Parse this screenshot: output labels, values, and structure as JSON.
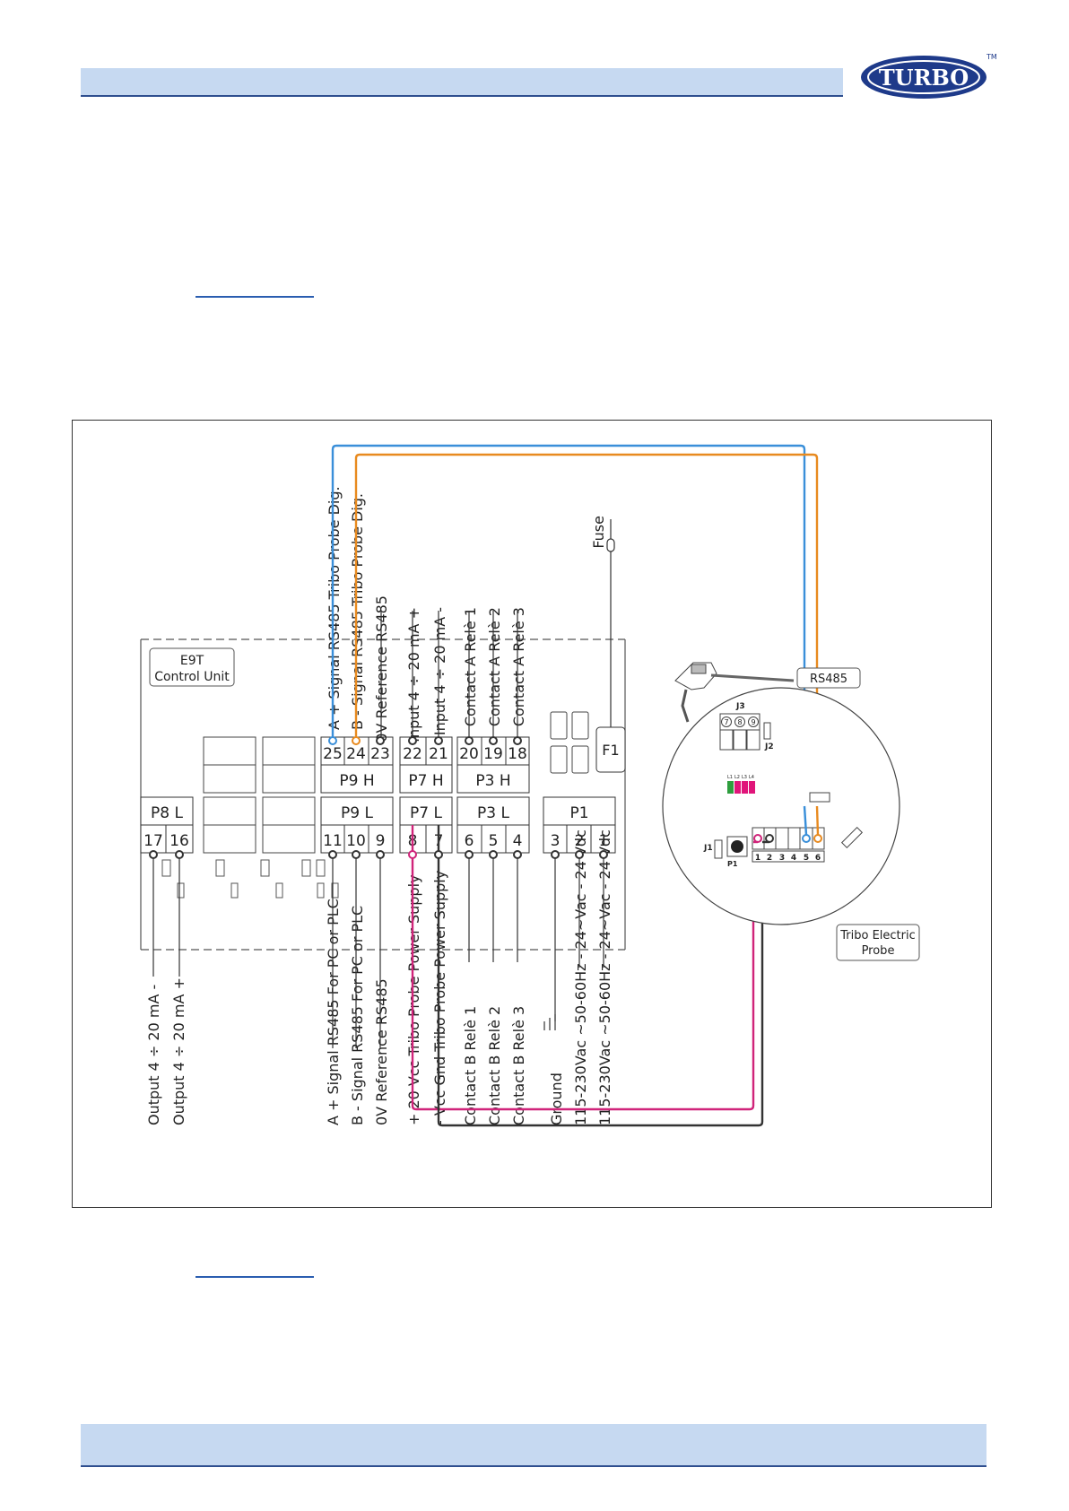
{
  "logo": {
    "text": "TURBO",
    "tm": "TM"
  },
  "unit": {
    "title_line1": "E9T",
    "title_line2": "Control Unit"
  },
  "probe": {
    "rs485_label": "RS485",
    "label_line1": "Tribo Electric",
    "label_line2": "Probe",
    "j3": "J3",
    "j2": "J2",
    "j1": "J1",
    "p1": "P1",
    "leds": [
      "L1",
      "L2",
      "L3",
      "L4"
    ],
    "j3_pins": [
      "7",
      "8",
      "9"
    ],
    "p1_pins": [
      "1",
      "2",
      "3",
      "4",
      "5",
      "6"
    ]
  },
  "blocks": {
    "p9h": "P9 H",
    "p7h": "P7 H",
    "p3h": "P3 H",
    "f1": "F1",
    "p8l": "P8 L",
    "p9l": "P9 L",
    "p7l": "P7 L",
    "p3l": "P3 L",
    "p1": "P1"
  },
  "top_terminals": [
    "25",
    "24",
    "23",
    "22",
    "21",
    "20",
    "19",
    "18"
  ],
  "bottom_terminals": [
    "17",
    "16",
    "11",
    "10",
    "9",
    "8",
    "7",
    "6",
    "5",
    "4",
    "3",
    "2",
    "1"
  ],
  "top_labels": [
    "A + Signal RS485 Tribo Probe Dig.",
    "B - Signal RS485 Tribo Probe Dig.",
    "0V Reference RS485",
    "Input  4 ÷ 20 mA  +",
    "Input  4 ÷ 20 mA  -",
    "Contact A  Relè 1",
    "Contact A  Relè 2",
    "Contact A  Relè 3",
    "Fuse"
  ],
  "bottom_labels": [
    "Output  4 ÷ 20 mA  -",
    "Output  4 ÷ 20 mA  +",
    "A + Signal RS485 For PC or PLC",
    "B - Signal RS485 For PC or PLC",
    "0V Reference RS485",
    "+ 20 Vcc  Tribo Probe Power Supply",
    "- Vcc Gnd Tribo Probe Power Supply",
    "Contact B  Relè 1",
    "Contact B  Relè 2",
    "Contact B  Relè 3",
    "Ground",
    "115-230Vac ~50-60Hz - 24~Vac - 24 Vdc",
    "115-230Vac ~50-60Hz - 24~Vac - 24 Vdc"
  ],
  "colors": {
    "blue_wire": "#3a8fd9",
    "orange_wire": "#e88a1f",
    "magenta_wire": "#d0247a",
    "black_wire": "#333333",
    "header": "#c6d9f1",
    "logo": "#1e3a8a"
  }
}
